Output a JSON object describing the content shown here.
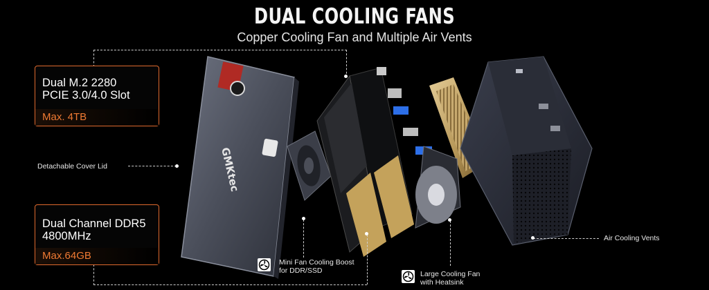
{
  "header": {
    "title": "DUAL COOLING FANS",
    "subtitle": "Copper Cooling Fan and Multiple Air Vents"
  },
  "callouts": {
    "ssd": {
      "line1": "Dual M.2 2280",
      "line2": "PCIE 3.0/4.0 Slot",
      "accent": "Max. 4TB"
    },
    "ram": {
      "line1": "Dual Channel DDR5",
      "line2": "4800MHz",
      "accent": "Max.64GB"
    }
  },
  "labels": {
    "cover": "Detachable Cover Lid",
    "vents": "Air Cooling Vents",
    "mini_fan_1": "Mini Fan Cooling Boost",
    "mini_fan_2": "for DDR/SSD",
    "large_fan_1": "Large Cooling Fan",
    "large_fan_2": "with Heatsink"
  },
  "brand": {
    "logo_text": "GMKtec"
  },
  "colors": {
    "accent": "#e06a2e",
    "background": "#000000"
  }
}
